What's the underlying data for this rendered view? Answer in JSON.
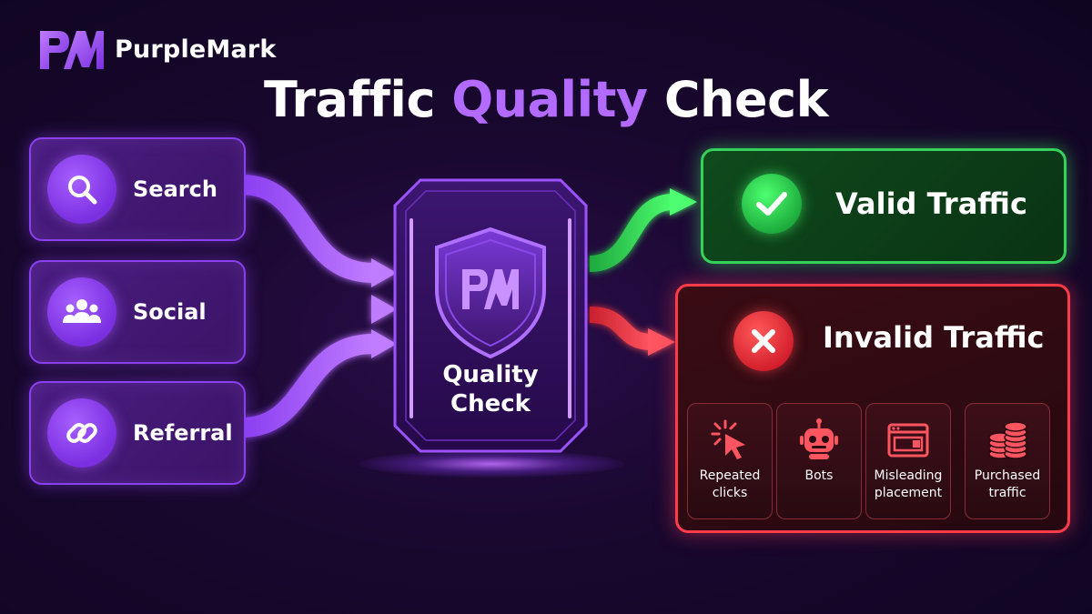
{
  "brand": {
    "name": "PurpleMark",
    "logo_icon": "pm-monogram-icon"
  },
  "title": {
    "part1": "Traffic",
    "part2": "Quality",
    "part3": "Check"
  },
  "sources": [
    {
      "label": "Search",
      "icon": "search-icon"
    },
    {
      "label": "Social",
      "icon": "people-icon"
    },
    {
      "label": "Referral",
      "icon": "link-icon"
    }
  ],
  "check": {
    "label_line1": "Quality",
    "label_line2": "Check",
    "icon": "shield-icon"
  },
  "valid": {
    "label": "Valid Traffic",
    "icon": "checkmark-icon",
    "color": "#35d15a"
  },
  "invalid": {
    "label": "Invalid Traffic",
    "icon": "x-icon",
    "color": "#ff3b4a",
    "types": [
      {
        "label": "Repeated\nclicks",
        "icon": "cursor-click-icon"
      },
      {
        "label": "Bots",
        "icon": "robot-icon"
      },
      {
        "label": "Misleading\nplacement",
        "icon": "browser-window-icon"
      },
      {
        "label": "Purchased\ntraffic",
        "icon": "coin-stack-icon"
      }
    ]
  },
  "colors": {
    "accent": "#b36bff",
    "source_border": "#8a3ff0",
    "background": "#1a0830"
  }
}
